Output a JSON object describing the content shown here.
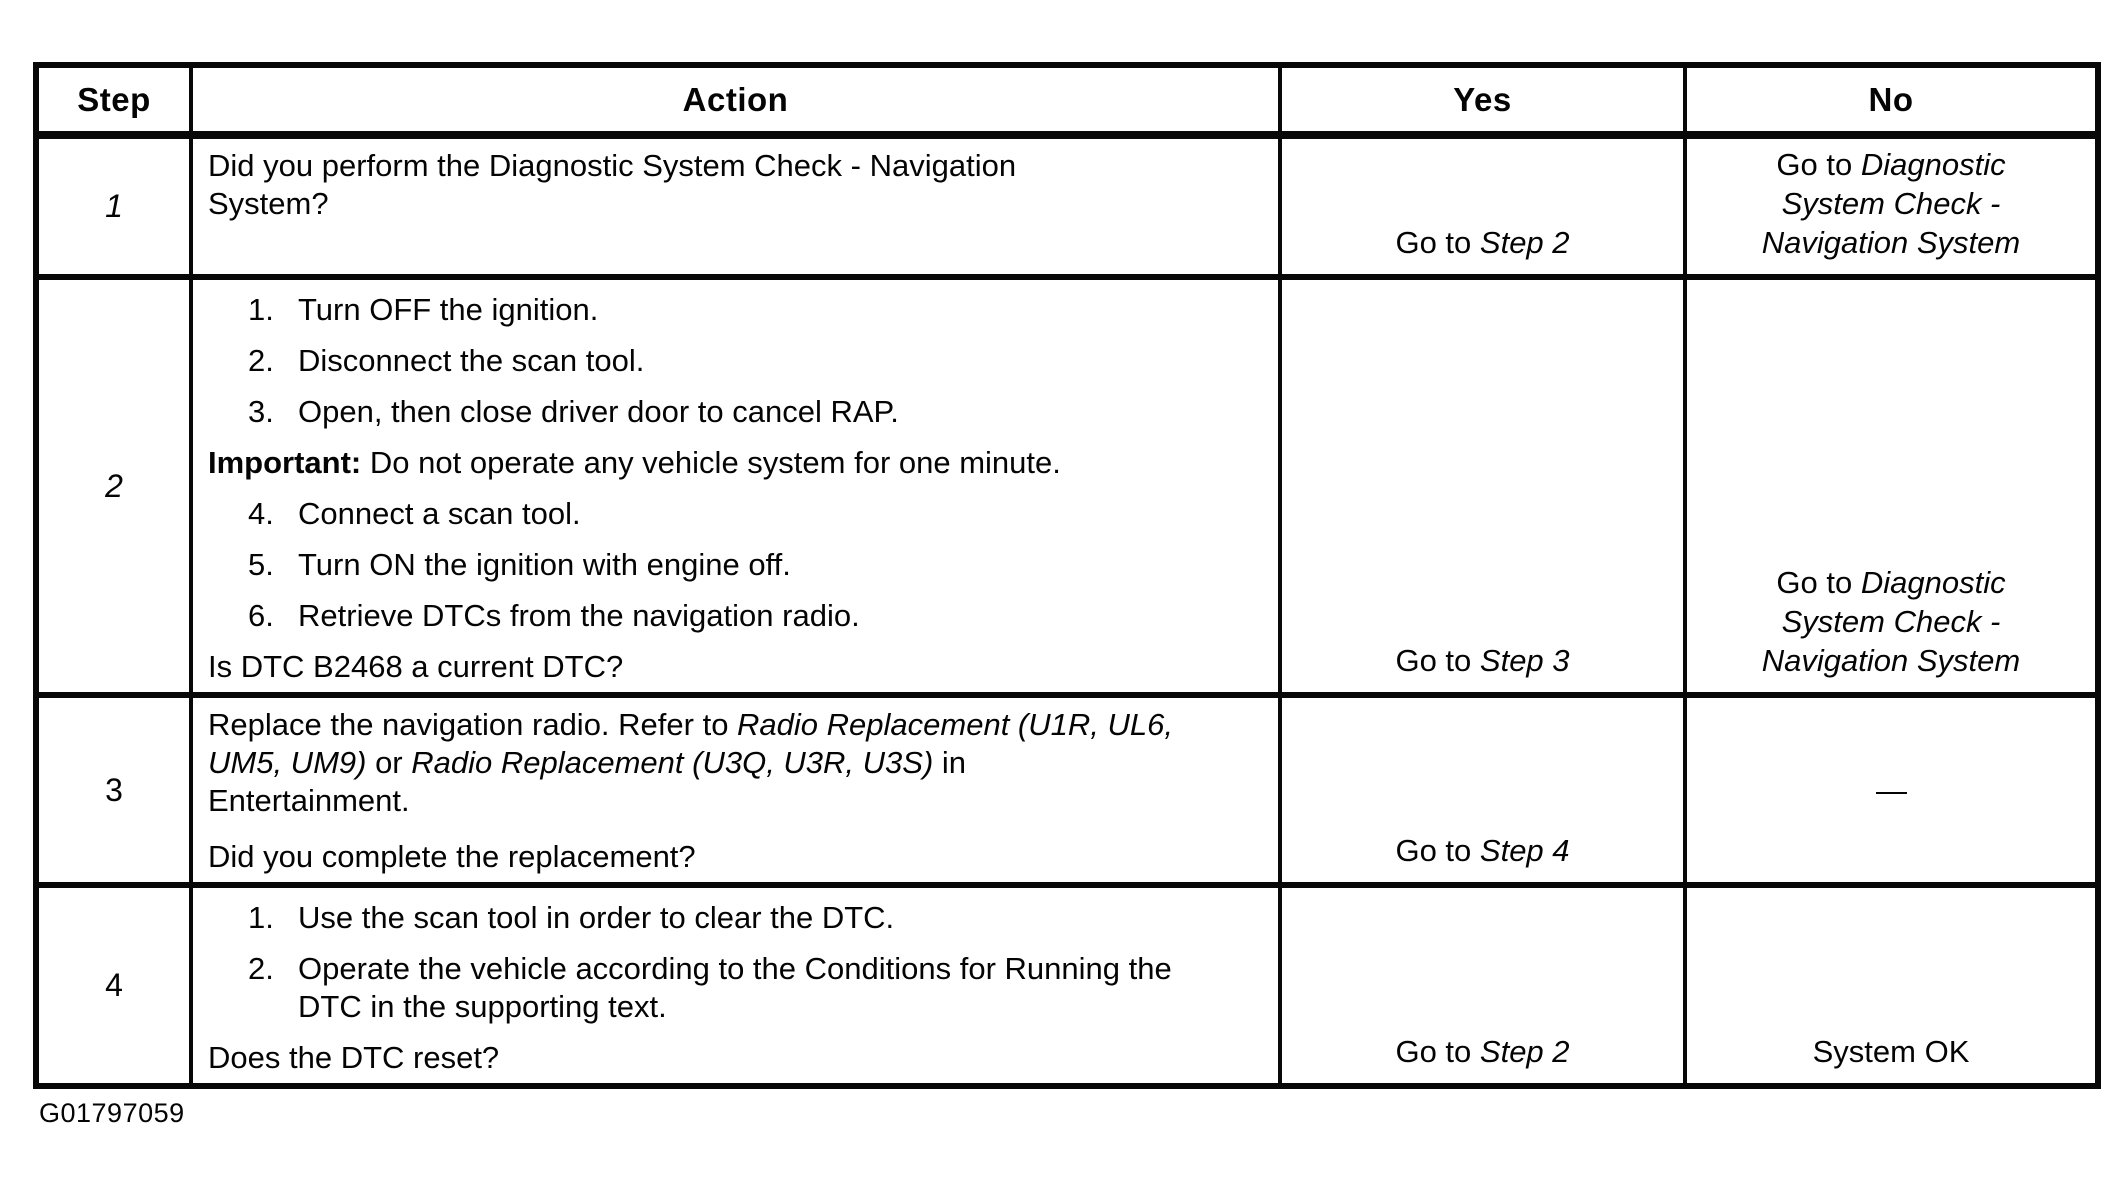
{
  "caption": "G01797059",
  "colors": {
    "background": "#ffffff",
    "border": "#080808",
    "text": "#040404"
  },
  "table": {
    "header": {
      "step": "Step",
      "action": "Action",
      "yes": "Yes",
      "no": "No"
    },
    "rows": [
      {
        "step": "1",
        "action": {
          "question": "Did you perform the Diagnostic System Check - Navigation System?"
        },
        "yes": {
          "pre": "Go to ",
          "ref": "Step 2"
        },
        "no": {
          "pre": "Go to ",
          "ref": "Diagnostic System Check - Navigation System"
        }
      },
      {
        "step": "2",
        "action": {
          "steps_a": [
            {
              "num": "1.",
              "text": "Turn OFF the ignition."
            },
            {
              "num": "2.",
              "text": "Disconnect the scan tool."
            },
            {
              "num": "3.",
              "text": "Open, then close driver door to cancel RAP."
            }
          ],
          "important_label": "Important:",
          "important_text": "Do not operate any vehicle system for one minute.",
          "steps_b": [
            {
              "num": "4.",
              "text": "Connect a scan tool."
            },
            {
              "num": "5.",
              "text": "Turn ON the ignition with engine off."
            },
            {
              "num": "6.",
              "text": "Retrieve DTCs from the navigation radio."
            }
          ],
          "question": "Is DTC B2468 a current DTC?"
        },
        "yes": {
          "pre": "Go to ",
          "ref": "Step 3"
        },
        "no": {
          "pre": "Go to ",
          "ref": "Diagnostic System Check - Navigation System"
        }
      },
      {
        "step": "3",
        "action": {
          "para": {
            "seg0": "Replace the navigation radio. Refer to ",
            "seg1": "Radio Replacement (U1R, UL6, UM5, UM9)",
            "seg2": " or ",
            "seg3": "Radio Replacement (U3Q, U3R, U3S)",
            "seg4": " in Entertainment."
          },
          "question": "Did you complete the replacement?"
        },
        "yes": {
          "pre": "Go to ",
          "ref": "Step 4"
        },
        "no": {
          "dash": "—"
        }
      },
      {
        "step": "4",
        "action": {
          "steps_a": [
            {
              "num": "1.",
              "text": "Use the scan tool in order to clear the DTC."
            },
            {
              "num": "2.",
              "text": "Operate the vehicle according to the Conditions for Running the DTC in the supporting text."
            }
          ],
          "question": "Does the DTC reset?"
        },
        "yes": {
          "pre": "Go to ",
          "ref": "Step 2"
        },
        "no": {
          "plain": "System OK"
        }
      }
    ]
  }
}
